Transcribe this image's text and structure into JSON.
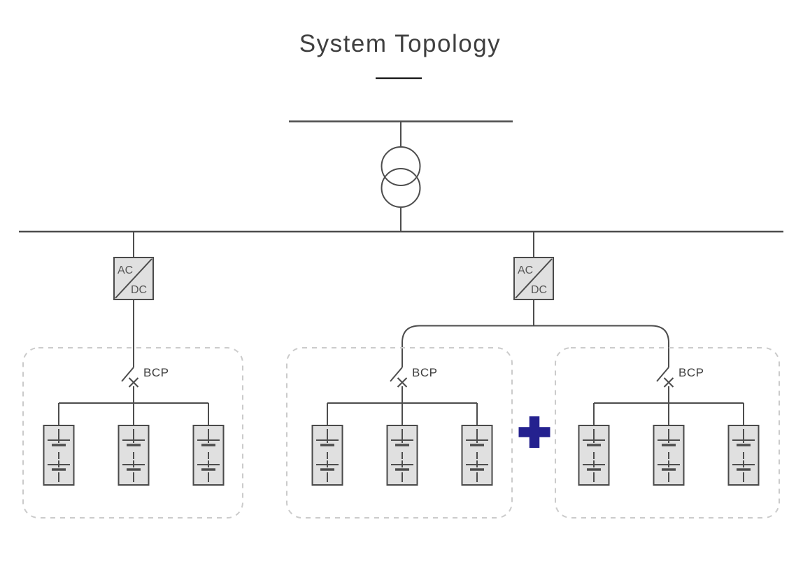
{
  "diagram": {
    "title": "System Topology",
    "converters": [
      {
        "id": "converter-left",
        "label_top": "AC",
        "label_bottom": "DC"
      },
      {
        "id": "converter-right",
        "label_top": "AC",
        "label_bottom": "DC"
      }
    ],
    "battery_groups": [
      {
        "id": "battery-group-1",
        "breaker_label": "BCP",
        "battery_modules": 3
      },
      {
        "id": "battery-group-2",
        "breaker_label": "BCP",
        "battery_modules": 3
      },
      {
        "id": "battery-group-3",
        "breaker_label": "BCP",
        "battery_modules": 3
      }
    ],
    "expansion_plus": "+"
  },
  "colors": {
    "line": "#4d4d4d",
    "title_text": "#3f3f3f",
    "breaker_label_text": "#3d3d3d",
    "converter_label_text": "#565656",
    "component_fill": "#e0e0e0",
    "component_border": "#4a4a4a",
    "group_dashed_border": "#cbcbcb",
    "plus": "#24218f",
    "background": "#ffffff"
  }
}
